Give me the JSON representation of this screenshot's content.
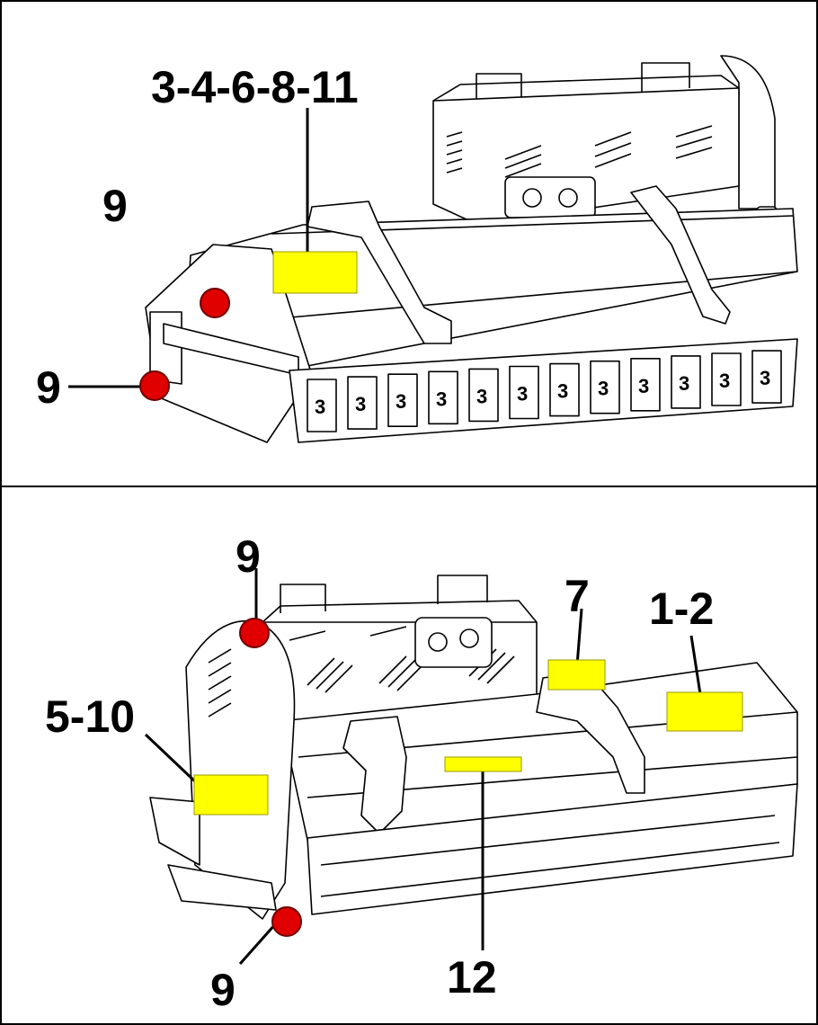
{
  "callouts": {
    "top_main": "3-4-6-8-11",
    "top_upper_9": "9",
    "top_lower_9": "9",
    "bottom_top_9": "9",
    "bottom_7": "7",
    "bottom_1_2": "1-2",
    "bottom_5_10": "5-10",
    "bottom_12": "12",
    "bottom_lower_9": "9"
  },
  "colors": {
    "label_box": "#ffff00",
    "marker": "#e00000",
    "line": "#000000"
  },
  "flail_marking": "3"
}
